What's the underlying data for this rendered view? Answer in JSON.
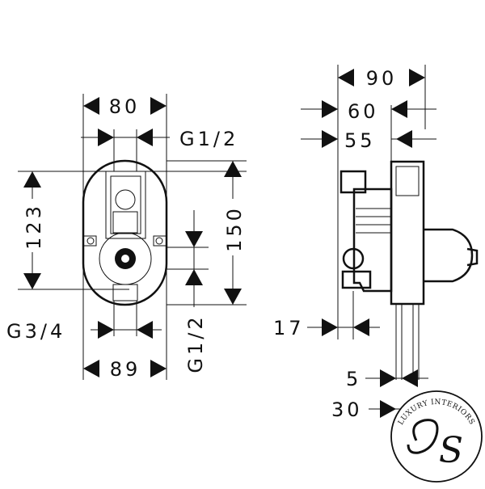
{
  "front_view": {
    "width_top": "80",
    "thread_top": "G1/2",
    "height_left": "123",
    "height_right": "150",
    "thread_bottom_left": "G3/4",
    "thread_bottom_right": "G1/2",
    "width_bottom": "89"
  },
  "side_view": {
    "depth_total": "90",
    "depth_60": "60",
    "depth_55": "55",
    "offset_17": "17",
    "pipe_5": "5",
    "pipe_30": "30"
  },
  "logo": {
    "text": "LUXURY INTERIORS",
    "monogram": "S",
    "color": "#111111"
  }
}
